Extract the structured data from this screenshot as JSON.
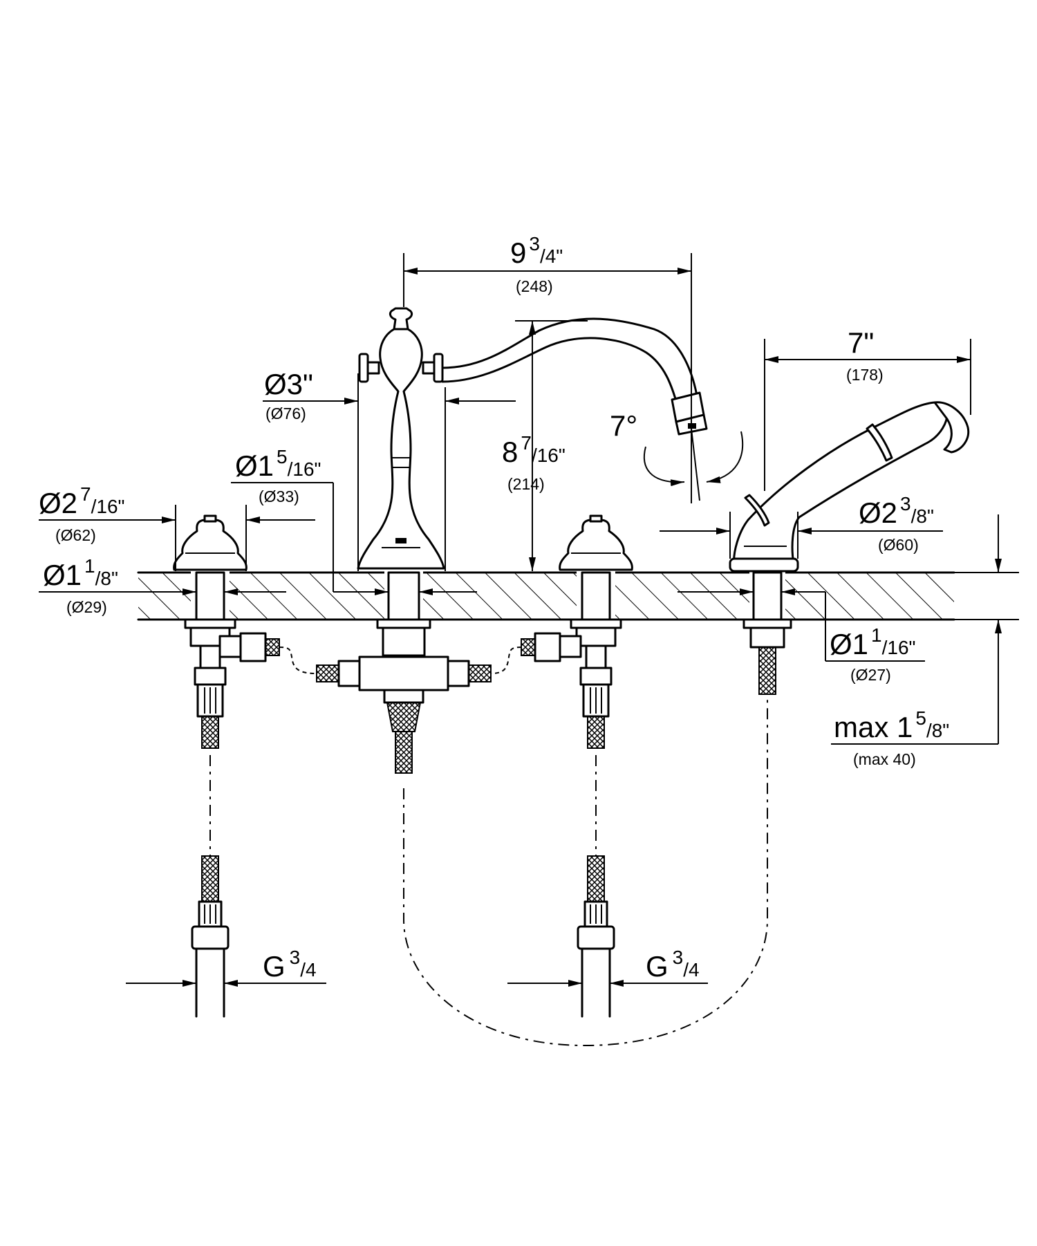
{
  "dimensions": {
    "spout_reach": {
      "main": "9",
      "sup": "3",
      "den": "/4\"",
      "mm": "(248)"
    },
    "handshower_reach": {
      "main": "7\"",
      "mm": "(178)"
    },
    "spout_base_dia": {
      "main": "Ø3\"",
      "mm": "(Ø76)"
    },
    "spout_height": {
      "main": "8",
      "sup": "7",
      "den": "/16\"",
      "mm": "(214)"
    },
    "spray_angle": {
      "main": "7°"
    },
    "spout_shank_dia": {
      "main": "Ø1",
      "sup": "5",
      "den": "/16\"",
      "mm": "(Ø33)"
    },
    "handle_base_dia": {
      "main": "Ø2",
      "sup": "7",
      "den": "/16\"",
      "mm": "(Ø62)"
    },
    "handle_shank_dia": {
      "main": "Ø1",
      "sup": "1",
      "den": "/8\"",
      "mm": "(Ø29)"
    },
    "handshower_base_dia": {
      "main": "Ø2",
      "sup": "3",
      "den": "/8\"",
      "mm": "(Ø60)"
    },
    "handshower_shank_dia": {
      "main": "Ø1",
      "sup": "1",
      "den": "/16\"",
      "mm": "(Ø27)"
    },
    "max_deck_thickness": {
      "main": "max 1",
      "sup": "5",
      "den": "/8\"",
      "mm": "(max 40)"
    },
    "thread_left": {
      "main": "G",
      "sup": "3",
      "den": "/4"
    },
    "thread_right": {
      "main": "G",
      "sup": "3",
      "den": "/4"
    }
  }
}
